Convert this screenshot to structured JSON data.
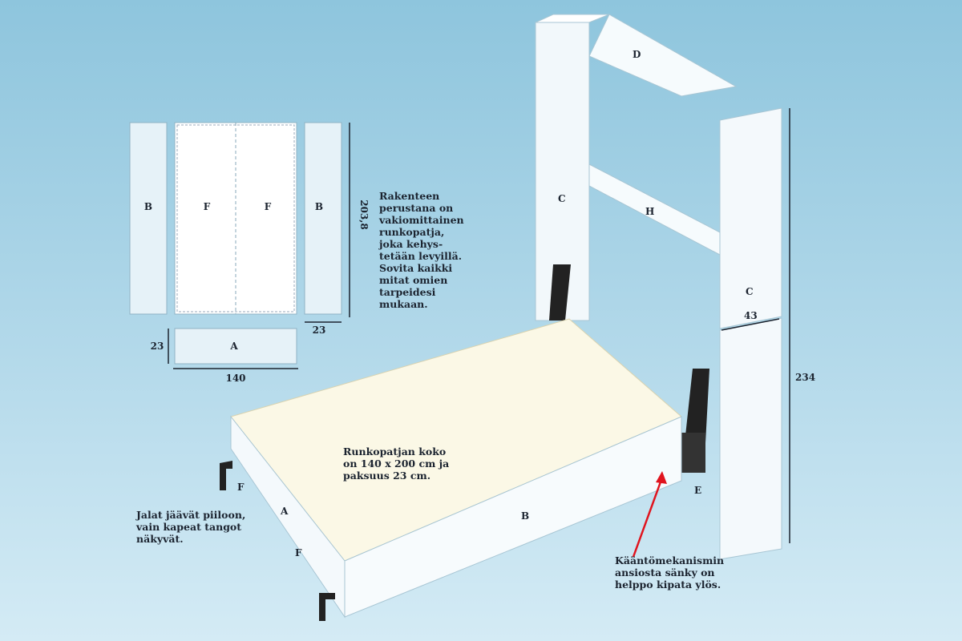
{
  "plan": {
    "panel_b_left": "B",
    "panel_f_left": "F",
    "panel_f_right": "F",
    "panel_b_right": "B",
    "panel_a": "A",
    "dim_height": "203,8",
    "dim_side_width": "23",
    "dim_a_height": "23",
    "dim_a_width": "140"
  },
  "frame": {
    "label_d": "D",
    "label_c_left": "C",
    "label_h": "H",
    "label_c_right": "C",
    "dim_depth": "43",
    "dim_height": "234",
    "label_e": "E"
  },
  "bed": {
    "label_b": "B",
    "label_a": "A",
    "label_f_top": "F",
    "label_f_bottom": "F"
  },
  "notes": {
    "construction": "Rakenteen\nperustana on\nvakiomittainen\nrunkopatja,\njoka kehys-\ntetään levyillä.\nSovita kaikki\nmitat omien\ntarpeidesi\nmukaan.",
    "mattress": "Runkopatjan koko\non 140 x 200 cm ja\npaksuus 23 cm.",
    "legs": "Jalat jäävät piiloon,\nvain kapeat tangot\nnäkyvät.",
    "mechanism": "Kääntömekanismin\nansiosta sänky on\nhelppo kipata ylös."
  },
  "colors": {
    "arrow": "#e0141e",
    "panel": "#f4f9fc",
    "mattress": "#fbf8e6"
  }
}
